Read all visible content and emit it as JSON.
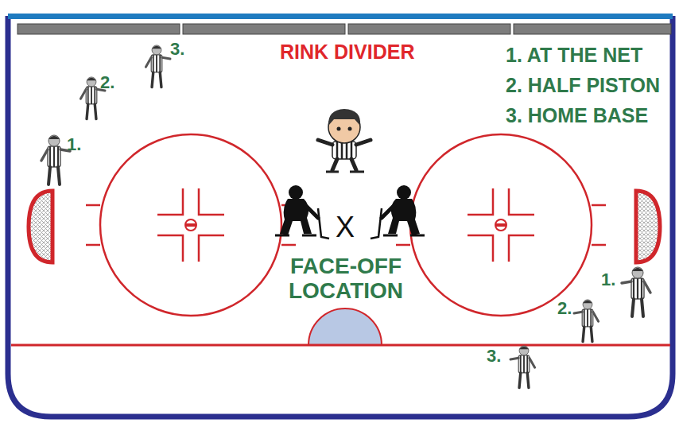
{
  "diagram": {
    "labels": [
      "RINK DIVIDER",
      "1. AT THE NET",
      "2. HALF PISTON",
      "3. HOME BASE",
      "3.",
      "2.",
      "1.",
      "X",
      "FACE-OFF LOCATION",
      "1.",
      "2.",
      "3."
    ]
  }
}
